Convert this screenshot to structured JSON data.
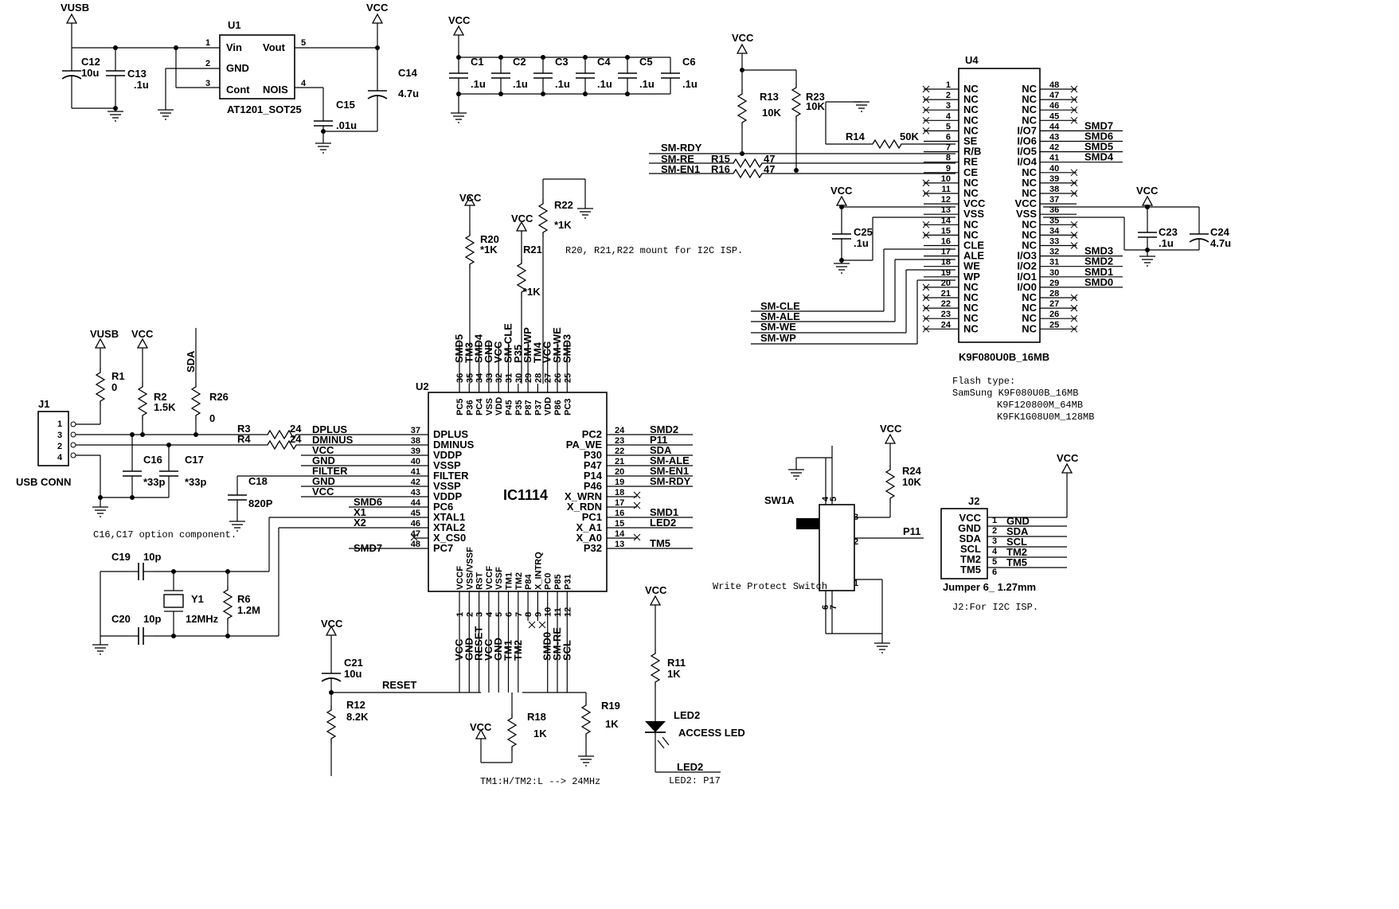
{
  "title": "",
  "power": {
    "vusb": "VUSB",
    "vcc": "VCC"
  },
  "regulator": {
    "ref": "U1",
    "part": "AT1201_SOT25",
    "pins": [
      {
        "num": "1",
        "name": "Vin"
      },
      {
        "num": "2",
        "name": "GND"
      },
      {
        "num": "3",
        "name": "Cont"
      },
      {
        "num": "4",
        "name": "NOIS"
      },
      {
        "num": "5",
        "name": "Vout"
      }
    ]
  },
  "capacitors": [
    {
      "ref": "C12",
      "value": "10u"
    },
    {
      "ref": "C13",
      "value": ".1u"
    },
    {
      "ref": "C14",
      "value": "4.7u"
    },
    {
      "ref": "C15",
      "value": ".01u"
    },
    {
      "ref": "C1",
      "value": ".1u"
    },
    {
      "ref": "C2",
      "value": ".1u"
    },
    {
      "ref": "C3",
      "value": ".1u"
    },
    {
      "ref": "C4",
      "value": ".1u"
    },
    {
      "ref": "C5",
      "value": ".1u"
    },
    {
      "ref": "C6",
      "value": ".1u"
    },
    {
      "ref": "C25",
      "value": ".1u"
    },
    {
      "ref": "C23",
      "value": ".1u"
    },
    {
      "ref": "C24",
      "value": "4.7u"
    },
    {
      "ref": "C16",
      "value": "*33p"
    },
    {
      "ref": "C17",
      "value": "*33p"
    },
    {
      "ref": "C18",
      "value": "820P"
    },
    {
      "ref": "C19",
      "value": "10p"
    },
    {
      "ref": "C20",
      "value": "10p"
    },
    {
      "ref": "C21",
      "value": "10u"
    }
  ],
  "resistors": [
    {
      "ref": "R13",
      "value": "10K"
    },
    {
      "ref": "R23",
      "value": "10K"
    },
    {
      "ref": "R14",
      "value": "50K"
    },
    {
      "ref": "R15",
      "value": "47"
    },
    {
      "ref": "R16",
      "value": "47"
    },
    {
      "ref": "R22",
      "value": "*1K"
    },
    {
      "ref": "R20",
      "value": "*1K"
    },
    {
      "ref": "R21",
      "value": "*1K"
    },
    {
      "ref": "R1",
      "value": "0"
    },
    {
      "ref": "R2",
      "value": "1.5K"
    },
    {
      "ref": "R26",
      "value": "0"
    },
    {
      "ref": "R3",
      "value": "24"
    },
    {
      "ref": "R4",
      "value": "24"
    },
    {
      "ref": "R6",
      "value": "1.2M"
    },
    {
      "ref": "R12",
      "value": "8.2K"
    },
    {
      "ref": "R18",
      "value": "1K"
    },
    {
      "ref": "R19",
      "value": "1K"
    },
    {
      "ref": "R11",
      "value": "1K"
    },
    {
      "ref": "R24",
      "value": "10K"
    }
  ],
  "flash": {
    "ref": "U4",
    "part": "K9F080U0B_16MB",
    "left_pins": [
      {
        "num": "1",
        "name": "NC"
      },
      {
        "num": "2",
        "name": "NC"
      },
      {
        "num": "3",
        "name": "NC"
      },
      {
        "num": "4",
        "name": "NC"
      },
      {
        "num": "5",
        "name": "NC"
      },
      {
        "num": "6",
        "name": "SE"
      },
      {
        "num": "7",
        "name": "R/B"
      },
      {
        "num": "8",
        "name": "RE"
      },
      {
        "num": "9",
        "name": "CE"
      },
      {
        "num": "10",
        "name": "NC"
      },
      {
        "num": "11",
        "name": "NC"
      },
      {
        "num": "12",
        "name": "VCC"
      },
      {
        "num": "13",
        "name": "VSS"
      },
      {
        "num": "14",
        "name": "NC"
      },
      {
        "num": "15",
        "name": "NC"
      },
      {
        "num": "16",
        "name": "CLE"
      },
      {
        "num": "17",
        "name": "ALE"
      },
      {
        "num": "18",
        "name": "WE"
      },
      {
        "num": "19",
        "name": "WP"
      },
      {
        "num": "20",
        "name": "NC"
      },
      {
        "num": "21",
        "name": "NC"
      },
      {
        "num": "22",
        "name": "NC"
      },
      {
        "num": "23",
        "name": "NC"
      },
      {
        "num": "24",
        "name": "NC"
      }
    ],
    "right_pins": [
      {
        "num": "48",
        "name": "NC",
        "net": ""
      },
      {
        "num": "47",
        "name": "NC",
        "net": ""
      },
      {
        "num": "46",
        "name": "NC",
        "net": ""
      },
      {
        "num": "45",
        "name": "NC",
        "net": ""
      },
      {
        "num": "44",
        "name": "I/O7",
        "net": "SMD7"
      },
      {
        "num": "43",
        "name": "I/O6",
        "net": "SMD6"
      },
      {
        "num": "42",
        "name": "I/O5",
        "net": "SMD5"
      },
      {
        "num": "41",
        "name": "I/O4",
        "net": "SMD4"
      },
      {
        "num": "40",
        "name": "NC",
        "net": ""
      },
      {
        "num": "39",
        "name": "NC",
        "net": ""
      },
      {
        "num": "38",
        "name": "NC",
        "net": ""
      },
      {
        "num": "37",
        "name": "VCC",
        "net": ""
      },
      {
        "num": "36",
        "name": "VSS",
        "net": ""
      },
      {
        "num": "35",
        "name": "NC",
        "net": ""
      },
      {
        "num": "34",
        "name": "NC",
        "net": ""
      },
      {
        "num": "33",
        "name": "NC",
        "net": ""
      },
      {
        "num": "32",
        "name": "I/O3",
        "net": "SMD3"
      },
      {
        "num": "31",
        "name": "I/O2",
        "net": "SMD2"
      },
      {
        "num": "30",
        "name": "I/O1",
        "net": "SMD1"
      },
      {
        "num": "29",
        "name": "I/O0",
        "net": "SMD0"
      },
      {
        "num": "28",
        "name": "NC",
        "net": ""
      },
      {
        "num": "27",
        "name": "NC",
        "net": ""
      },
      {
        "num": "26",
        "name": "NC",
        "net": ""
      },
      {
        "num": "25",
        "name": "NC",
        "net": ""
      }
    ]
  },
  "flash_nets": {
    "sm_rdy": "SM-RDY",
    "sm_re": "SM-RE",
    "sm_en1": "SM-EN1",
    "sm_cle": "SM-CLE",
    "sm_ale": "SM-ALE",
    "sm_we": "SM-WE",
    "sm_wp": "SM-WP"
  },
  "flash_notes": {
    "heading": "Flash type:",
    "line1": "SamSung K9F080U0B_16MB",
    "line2": "K9F120800M_64MB",
    "line3": "K9FK1G08U0M_128MB"
  },
  "mcu": {
    "ref": "U2",
    "part": "IC1114",
    "left_pins": [
      {
        "num": "37",
        "name": "DPLUS",
        "net": "DPLUS"
      },
      {
        "num": "38",
        "name": "DMINUS",
        "net": "DMINUS"
      },
      {
        "num": "39",
        "name": "VDDP",
        "net": "VCC"
      },
      {
        "num": "40",
        "name": "VSSP",
        "net": "GND"
      },
      {
        "num": "41",
        "name": "FILTER",
        "net": "FILTER"
      },
      {
        "num": "42",
        "name": "VSSP",
        "net": "GND"
      },
      {
        "num": "43",
        "name": "VDDP",
        "net": "VCC"
      },
      {
        "num": "44",
        "name": "PC6",
        "net": "SMD6"
      },
      {
        "num": "45",
        "name": "XTAL1",
        "net": "X1"
      },
      {
        "num": "46",
        "name": "XTAL2",
        "net": "X2"
      },
      {
        "num": "47",
        "name": "X_CS0",
        "net": ""
      },
      {
        "num": "48",
        "name": "PC7",
        "net": "SMD7"
      }
    ],
    "right_pins": [
      {
        "num": "24",
        "name": "PC2",
        "net": "SMD2"
      },
      {
        "num": "23",
        "name": "PA_WE",
        "net": "P11"
      },
      {
        "num": "22",
        "name": "P30",
        "net": "SDA"
      },
      {
        "num": "21",
        "name": "P47",
        "net": "SM-ALE"
      },
      {
        "num": "20",
        "name": "P14",
        "net": "SM-EN1"
      },
      {
        "num": "19",
        "name": "P46",
        "net": "SM-RDY"
      },
      {
        "num": "18",
        "name": "X_WRN",
        "net": ""
      },
      {
        "num": "17",
        "name": "X_RDN",
        "net": ""
      },
      {
        "num": "16",
        "name": "PC1",
        "net": "SMD1"
      },
      {
        "num": "15",
        "name": "X_A1",
        "net": "LED2"
      },
      {
        "num": "14",
        "name": "X_A0",
        "net": ""
      },
      {
        "num": "13",
        "name": "P32",
        "net": "TM5"
      }
    ],
    "top_pins": [
      {
        "num": "36",
        "name": "PC5",
        "net": "SMD5"
      },
      {
        "num": "35",
        "name": "P36",
        "net": "TM3"
      },
      {
        "num": "34",
        "name": "PC4",
        "net": "SMD4"
      },
      {
        "num": "33",
        "name": "VSS",
        "net": "GND"
      },
      {
        "num": "32",
        "name": "VDD",
        "net": "VCC"
      },
      {
        "num": "31",
        "name": "P45",
        "net": "SM-CLE"
      },
      {
        "num": "30",
        "name": "P35",
        "net": "P35"
      },
      {
        "num": "29",
        "name": "P87",
        "net": "SM-WP"
      },
      {
        "num": "28",
        "name": "P37",
        "net": "TM4"
      },
      {
        "num": "27",
        "name": "VDD",
        "net": "VCC"
      },
      {
        "num": "26",
        "name": "P86",
        "net": "SM-WE"
      },
      {
        "num": "25",
        "name": "PC3",
        "net": "SMD3"
      }
    ],
    "bottom_pins": [
      {
        "num": "1",
        "name": "VCCF",
        "net": "VCC"
      },
      {
        "num": "2",
        "name": "VSS/VSSF",
        "net": "GND"
      },
      {
        "num": "3",
        "name": "RST",
        "net": "RESET"
      },
      {
        "num": "4",
        "name": "VCCF",
        "net": "VCC"
      },
      {
        "num": "5",
        "name": "VSSF",
        "net": "GND"
      },
      {
        "num": "6",
        "name": "TM1",
        "net": "TM1"
      },
      {
        "num": "7",
        "name": "TM2",
        "net": "TM2"
      },
      {
        "num": "8",
        "name": "P84",
        "net": ""
      },
      {
        "num": "9",
        "name": "X_INTRQ",
        "net": ""
      },
      {
        "num": "10",
        "name": "PC0",
        "net": "SMD0"
      },
      {
        "num": "11",
        "name": "P85",
        "net": "SM-RE"
      },
      {
        "num": "12",
        "name": "P31",
        "net": "SCL"
      }
    ]
  },
  "usb": {
    "ref": "J1",
    "label": "USB CONN",
    "pins": [
      "1",
      "3",
      "2",
      "4"
    ],
    "sda": "SDA"
  },
  "crystal": {
    "ref": "Y1",
    "value": "12MHz"
  },
  "reset_net": "RESET",
  "led": {
    "ref": "LED2",
    "name": "ACCESS LED",
    "net": "LED2",
    "note": "LED2: P17"
  },
  "switch": {
    "ref": "SW1A",
    "label": "Write Protect Switch",
    "pins": [
      "1",
      "2",
      "3",
      "4",
      "5",
      "6",
      "7"
    ],
    "net": "P11"
  },
  "jumper": {
    "ref": "J2",
    "label": "Jumper 6_ 1.27mm",
    "note": "J2:For I2C ISP.",
    "pins": [
      {
        "num": "1",
        "name": "VCC",
        "net": "GND"
      },
      {
        "num": "2",
        "name": "GND",
        "net": "SDA"
      },
      {
        "num": "3",
        "name": "SDA",
        "net": "SCL"
      },
      {
        "num": "4",
        "name": "SCL",
        "net": "TM2"
      },
      {
        "num": "5",
        "name": "TM2",
        "net": "TM5"
      },
      {
        "num": "6",
        "name": "TM5",
        "net": ""
      }
    ]
  },
  "notes": {
    "isp": "R20, R21,R22 mount for I2C ISP.",
    "option": "C16,C17 option component.",
    "tm": "TM1:H/TM2:L --> 24MHz"
  }
}
